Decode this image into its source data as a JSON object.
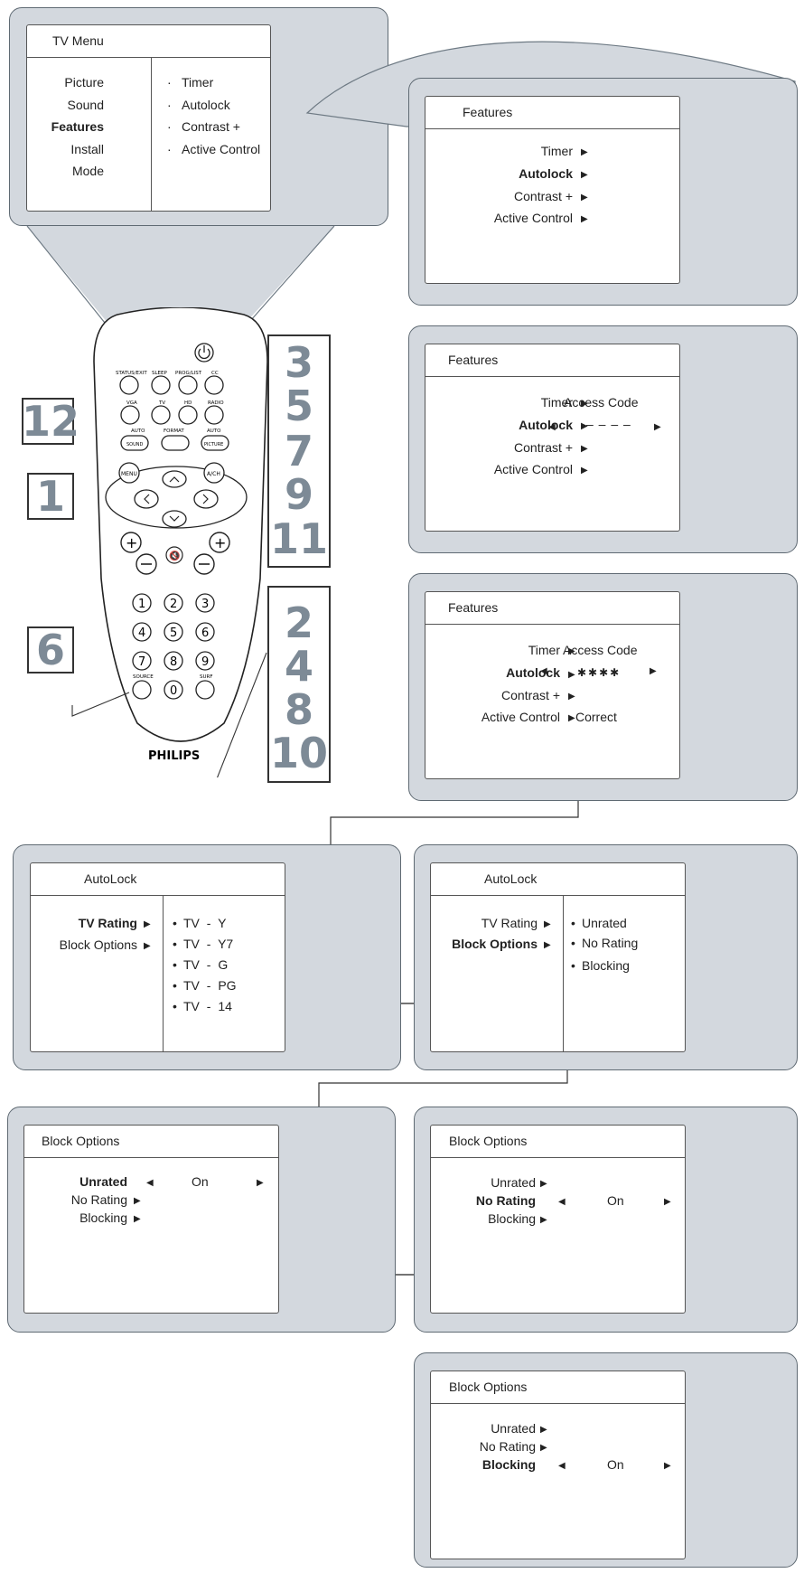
{
  "tv_menu": {
    "title": "TV Menu",
    "left_items": [
      "Picture",
      "Sound",
      "Features",
      "Install",
      "Mode"
    ],
    "right_items": [
      "Timer",
      "Autolock",
      "Contrast +",
      "Active Control"
    ]
  },
  "features_1": {
    "title": "Features",
    "items": [
      "Timer",
      "Autolock",
      "Contrast +",
      "Active Control"
    ]
  },
  "features_2": {
    "title": "Features",
    "items": [
      "Timer",
      "Autolock",
      "Contrast +",
      "Active Control"
    ],
    "access_label": "Access Code",
    "access_value": "– – – –"
  },
  "features_3": {
    "title": "Features",
    "items": [
      "Timer",
      "Autolock",
      "Contrast +",
      "Active Control"
    ],
    "access_label": "Access Code",
    "access_value": "✱✱✱✱",
    "status": "Correct"
  },
  "autolock_1": {
    "title": "AutoLock",
    "items": [
      "TV Rating",
      "Block Options"
    ],
    "ratings": [
      "TV - Y",
      "TV - Y7",
      "TV - G",
      "TV - PG",
      "TV - 14"
    ]
  },
  "autolock_2": {
    "title": "AutoLock",
    "items": [
      "TV Rating",
      "Block Options"
    ],
    "options": [
      "Unrated",
      "No Rating",
      "Blocking"
    ]
  },
  "block_1": {
    "title": "Block Options",
    "items": [
      "Unrated",
      "No Rating",
      "Blocking"
    ],
    "value": "On"
  },
  "block_2": {
    "title": "Block Options",
    "items": [
      "Unrated",
      "No Rating",
      "Blocking"
    ],
    "value": "On"
  },
  "block_3": {
    "title": "Block Options",
    "items": [
      "Unrated",
      "No Rating",
      "Blocking"
    ],
    "value": "On"
  },
  "remote": {
    "brand": "PHILIPS",
    "labels": {
      "status_exit": "STATUS/EXIT",
      "sleep": "SLEEP",
      "prog_list": "PROG/LIST",
      "cc": "CC",
      "vga": "VGA",
      "tv": "TV",
      "hd": "HD",
      "radio": "RADIO",
      "auto_sound": "AUTO",
      "sound": "SOUND",
      "format": "FORMAT",
      "auto_picture": "AUTO",
      "picture": "PICTURE",
      "menu": "MENU",
      "av": "A/CH",
      "source": "SOURCE",
      "surf": "SURF"
    },
    "digits": [
      "1",
      "2",
      "3",
      "4",
      "5",
      "6",
      "7",
      "8",
      "9",
      "0"
    ]
  },
  "step_numbers": {
    "n12": "12",
    "n1": "1",
    "n6": "6",
    "right_top": [
      "3",
      "5",
      "7",
      "9",
      "11"
    ],
    "right_bottom": [
      "2",
      "4",
      "8",
      "10"
    ]
  }
}
